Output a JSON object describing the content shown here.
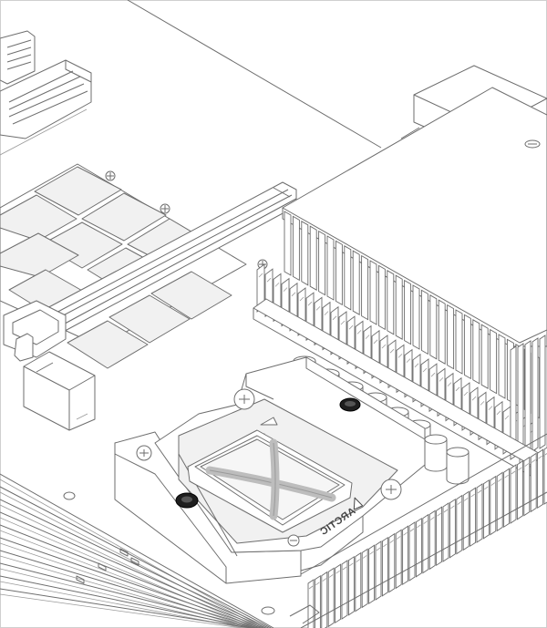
{
  "diagram": {
    "cooler_brand": "ARCTIC",
    "components": {
      "mounting_plate": "cpu-mounting-plate",
      "cpu_socket": "cpu-socket",
      "heatsink_left": "vrm-heatsink-left",
      "heatsink_bottom": "vrm-heatsink-bottom",
      "ram_slots": "memory-slots",
      "pcie_slot": "pcie-slot"
    }
  }
}
